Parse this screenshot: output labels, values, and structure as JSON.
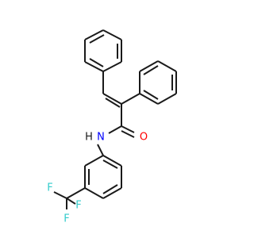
{
  "molecule": {
    "atoms": {
      "oxygen": {
        "symbol": "O",
        "color": "#ff0000"
      },
      "nitrogen_h": {
        "symbol": "H",
        "color": "#1a1a1a"
      },
      "nitrogen": {
        "symbol": "N",
        "color": "#0000ff"
      },
      "fluorine_1": {
        "symbol": "F",
        "color": "#33cccc"
      },
      "fluorine_2": {
        "symbol": "F",
        "color": "#33cccc"
      },
      "fluorine_3": {
        "symbol": "F",
        "color": "#33cccc"
      }
    },
    "bond_color": "#1a1a1a",
    "background": "#ffffff"
  }
}
